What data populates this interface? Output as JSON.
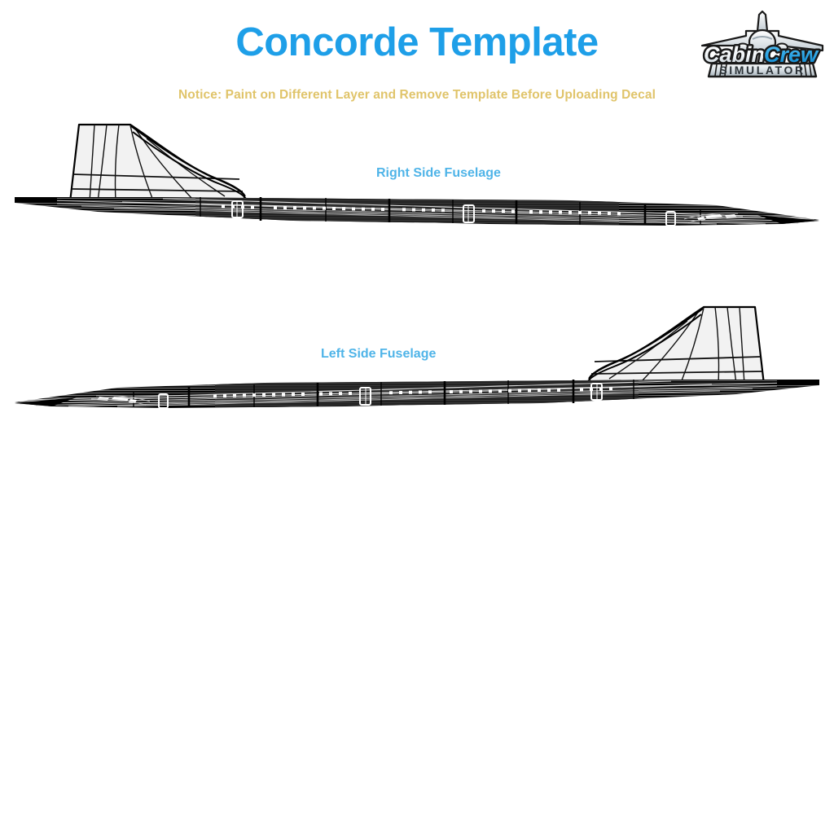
{
  "header": {
    "title": "Concorde Template",
    "title_color": "#1E9FE8",
    "notice": "Notice: Paint on Different Layer and Remove Template Before Uploading Decal",
    "notice_color": "#E0C46A"
  },
  "brand": {
    "name_part1": "Cabin",
    "name_part2": "Crew",
    "subtitle": "SIMULATOR",
    "part1_color": "#E9EEF2",
    "part2_color": "#2AA3E4",
    "plate_color": "#C9D2D8",
    "icon": "airplane-front-icon"
  },
  "sections": [
    {
      "id": "right-side",
      "label": "Right Side Fuselage",
      "label_color": "#4FB4E8",
      "facing": "right"
    },
    {
      "id": "left-side",
      "label": "Left Side Fuselage",
      "label_color": "#4FB4E8",
      "facing": "left"
    }
  ],
  "template": {
    "fuselage_fill": "#0B0B0B",
    "fin_fill": "#F2F2F2",
    "line_color": "#000000",
    "window_color": "#FFFFFF",
    "background": "#FFFFFF"
  }
}
